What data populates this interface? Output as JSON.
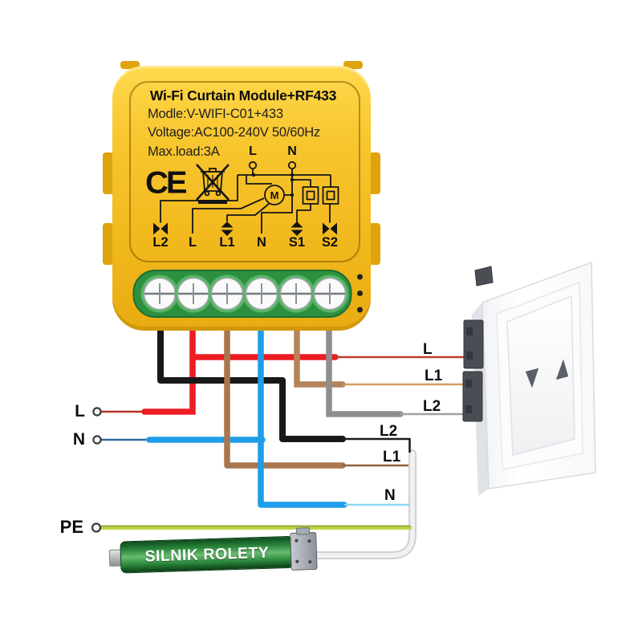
{
  "module": {
    "title": "Wi-Fi Curtain Module+RF433",
    "model": "Modle:V-WIFI-C01+433",
    "voltage": "Voltage:AC100-240V 50/60Hz",
    "max_load": "Max.load:3A",
    "pin_live": "L",
    "pin_neutral": "N",
    "terminals": [
      "L2",
      "L",
      "L1",
      "N",
      "S1",
      "S2"
    ],
    "motor_symbol": "M",
    "ce_text": "CE"
  },
  "mains": {
    "live": "L",
    "neutral": "N",
    "earth": "PE"
  },
  "wall_switch": {
    "wire_live": "L",
    "wire_l1": "L1",
    "wire_l2": "L2"
  },
  "motor_cable": {
    "wire_l2": "L2",
    "wire_l1": "L1",
    "wire_neutral": "N"
  },
  "motor": {
    "label": "SILNIK ROLETY"
  },
  "colors": {
    "module_yellow": "#f6c02a",
    "terminal_green": "#2d9040",
    "wire_black": "#181818",
    "wire_red": "#ee1c23",
    "wire_brown": "#a9764e",
    "wire_brown_light": "#b5835a",
    "wire_blue": "#1e9de9",
    "wire_blue_pale": "#8ed7f4",
    "wire_gray": "#8e8e8e",
    "earth_green": "#c3d348",
    "cable_white": "#f1f1f1"
  }
}
